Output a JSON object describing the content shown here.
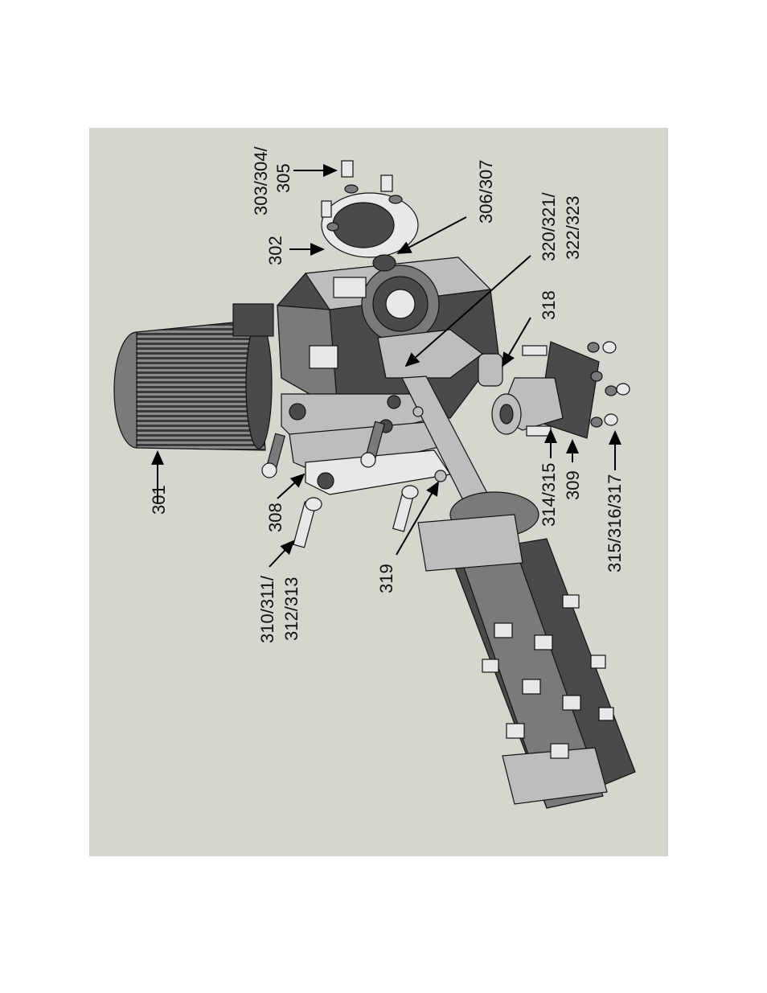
{
  "diagram": {
    "background_color": "#d6d6cf",
    "labels": {
      "l301": "301",
      "l302": "302",
      "l303a": "303/304/",
      "l303b": "305",
      "l306": "306/307",
      "l308": "308",
      "l309": "309",
      "l310a": "310/311/",
      "l310b": "312/313",
      "l314": "314/315",
      "l315a": "315/316/317",
      "l318": "318",
      "l319": "319",
      "l320a": "320/321/",
      "l320b": "322/323"
    }
  }
}
